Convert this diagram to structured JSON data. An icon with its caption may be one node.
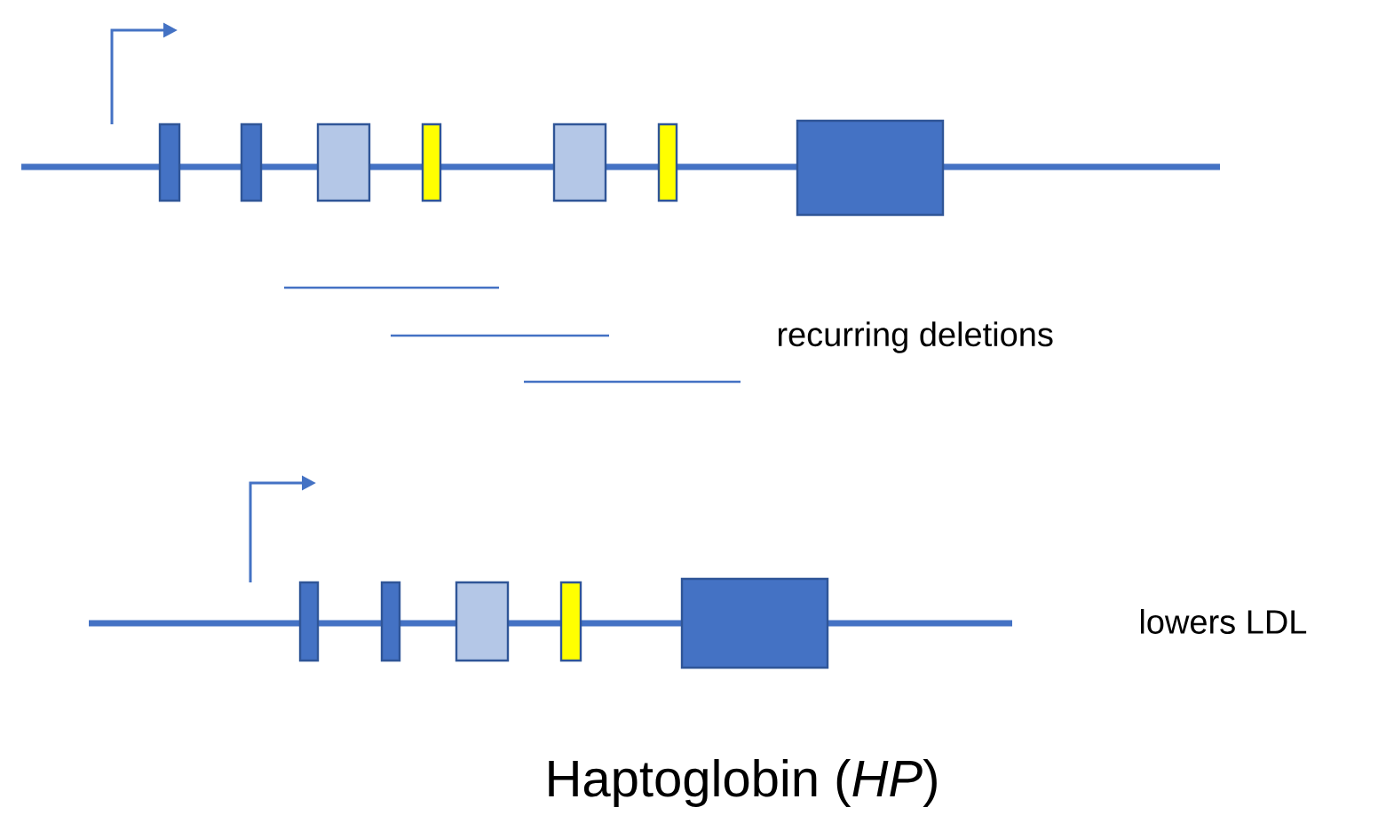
{
  "diagram": {
    "title": "Haptoglobin (*HP*)",
    "labels": [
      "recurring deletions",
      "lowers LDL"
    ]
  }
}
